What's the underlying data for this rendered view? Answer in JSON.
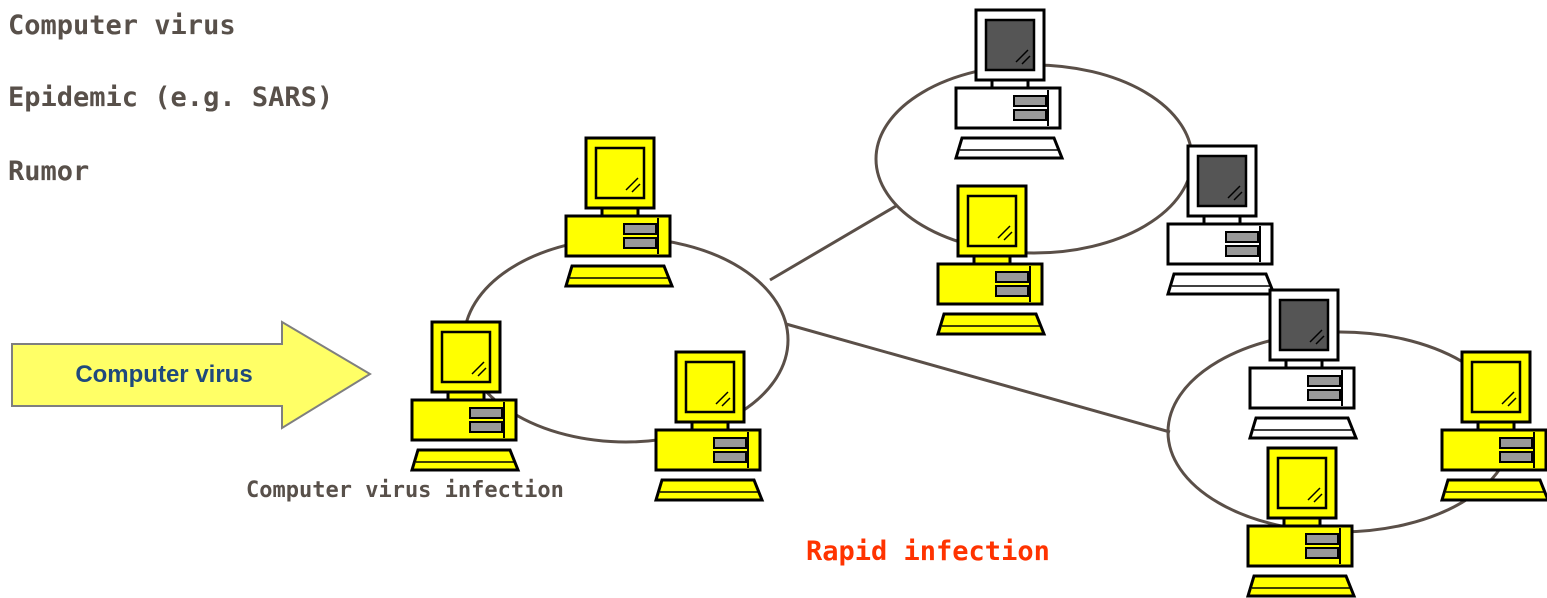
{
  "bullets": [
    "Computer virus",
    "Epidemic (e.g. SARS)",
    "Rumor"
  ],
  "arrow": {
    "label": "Computer virus",
    "fill": "#ffff66"
  },
  "caption": "Computer virus infection",
  "highlight": {
    "text": "Rapid infection",
    "color": "#ff3300"
  },
  "computer_states": {
    "infected": {
      "color": "#ffff00",
      "icon": "infected-computer-icon"
    },
    "clean": {
      "color": "#ffffff",
      "icon": "clean-computer-icon"
    }
  },
  "networks": [
    {
      "name": "network-1",
      "computers": [
        "infected",
        "infected",
        "infected"
      ]
    },
    {
      "name": "network-2",
      "computers": [
        "clean",
        "clean",
        "infected"
      ]
    },
    {
      "name": "network-3",
      "computers": [
        "clean",
        "infected",
        "infected"
      ]
    }
  ]
}
